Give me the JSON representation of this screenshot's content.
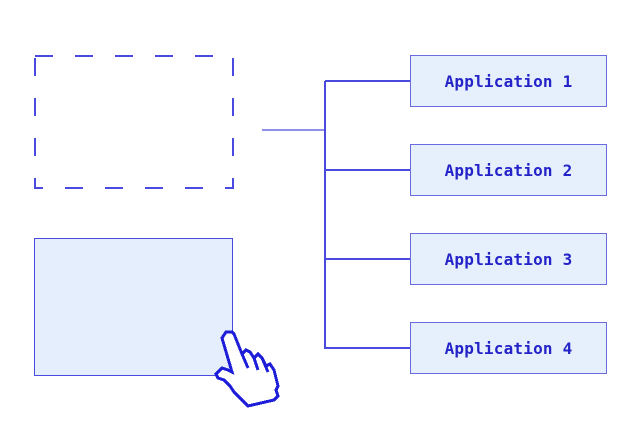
{
  "diagram": {
    "placeholder_region": {
      "style": "dashed",
      "label": ""
    },
    "source_window": {
      "label": ""
    },
    "applications": [
      {
        "label": "Application 1"
      },
      {
        "label": "Application 2"
      },
      {
        "label": "Application 3"
      },
      {
        "label": "Application 4"
      }
    ],
    "cursor": {
      "icon": "pointing-hand-cursor-icon"
    },
    "colors": {
      "stroke": "#4a4ae0",
      "text": "#2323c8",
      "fill": "#e4eefc",
      "cursor": "#1e1ed8"
    }
  }
}
